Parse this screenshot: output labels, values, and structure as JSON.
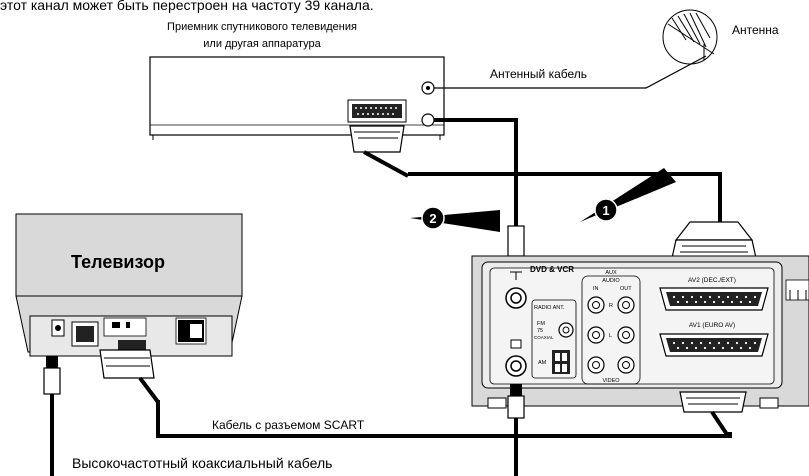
{
  "top_text": "этот канал может быть перестроен на частоту 39 канала.",
  "receiver": {
    "label_line1": "Приемник спутникового телевидения",
    "label_line2": "или другая аппаратура"
  },
  "antenna": {
    "label": "Антенна"
  },
  "antenna_cable": {
    "label": "Антенный кабель"
  },
  "tv": {
    "label": "Телевизор"
  },
  "steps": [
    {
      "number": "1"
    },
    {
      "number": "2"
    }
  ],
  "scart_cable": {
    "label": "Кабель с разъемом SCART"
  },
  "coax_cable": {
    "label": "Высокочастотный коаксиальный кабель"
  },
  "dvd_panel": {
    "title": "DVD & VCR",
    "aux": "AUX",
    "audio": "AUDIO",
    "in": "IN",
    "out": "OUT",
    "r": "R",
    "l": "L",
    "video": "VIDEO",
    "radio_ant": "RADIO ANT.",
    "fm": "FM",
    "ohm": "75",
    "coaxial": "COAXIAL",
    "am": "AM",
    "av2": "AV2 (DEC./EXT)",
    "av1": "AV1 (EURO AV)"
  }
}
